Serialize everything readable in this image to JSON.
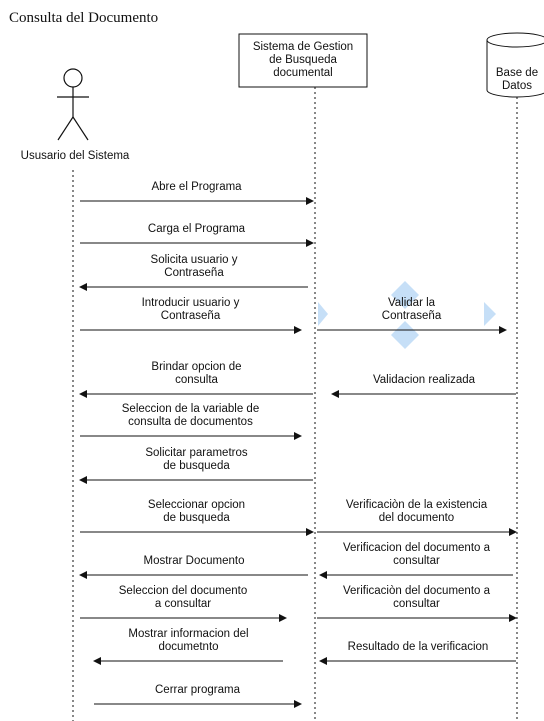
{
  "title": "Consulta del Documento",
  "participants": {
    "actor": "Ususario del Sistema",
    "system": [
      "Sistema de Gestion",
      "de Busqueda",
      "documental"
    ],
    "database": [
      "Base de",
      "Datos"
    ]
  },
  "messages": [
    {
      "from": "actor",
      "to": "system",
      "lines": [
        "Abre el Programa"
      ]
    },
    {
      "from": "actor",
      "to": "system",
      "lines": [
        "Carga el Programa"
      ]
    },
    {
      "from": "system",
      "to": "actor",
      "lines": [
        "Solicita usuario y",
        "Contraseña"
      ]
    },
    {
      "from": "actor",
      "to": "system",
      "lines": [
        "Introducir usuario y",
        "Contraseña"
      ]
    },
    {
      "from": "system",
      "to": "database",
      "lines": [
        "Validar la",
        "Contraseña"
      ]
    },
    {
      "from": "system",
      "to": "actor",
      "lines": [
        "Brindar opcion de",
        "consulta"
      ]
    },
    {
      "from": "database",
      "to": "system",
      "lines": [
        "Validacion realizada"
      ]
    },
    {
      "from": "actor",
      "to": "system",
      "lines": [
        "Seleccion de la variable de",
        "consulta de documentos"
      ]
    },
    {
      "from": "system",
      "to": "actor",
      "lines": [
        "Solicitar parametros",
        "de busqueda"
      ]
    },
    {
      "from": "actor",
      "to": "system",
      "lines": [
        "Seleccionar opcion",
        "de busqueda"
      ]
    },
    {
      "from": "system",
      "to": "database",
      "lines": [
        "Verificaciòn de la existencia",
        "del documento"
      ]
    },
    {
      "from": "system",
      "to": "actor",
      "lines": [
        "Mostrar Documento"
      ]
    },
    {
      "from": "database",
      "to": "system",
      "lines": [
        "Verificacion del documento a",
        "consultar"
      ]
    },
    {
      "from": "actor",
      "to": "system",
      "lines": [
        "Seleccion del documento",
        "a consultar"
      ]
    },
    {
      "from": "system",
      "to": "database",
      "lines": [
        "Verificaciòn del documento a",
        "consultar"
      ]
    },
    {
      "from": "system",
      "to": "actor",
      "lines": [
        "Mostrar informacion del",
        "documetnto"
      ]
    },
    {
      "from": "database",
      "to": "system",
      "lines": [
        "Resultado de la verificacion"
      ]
    },
    {
      "from": "actor",
      "to": "system",
      "lines": [
        "Cerrar programa"
      ]
    }
  ],
  "colors": {
    "line": "#111111",
    "highlight": "#c6dff7"
  }
}
